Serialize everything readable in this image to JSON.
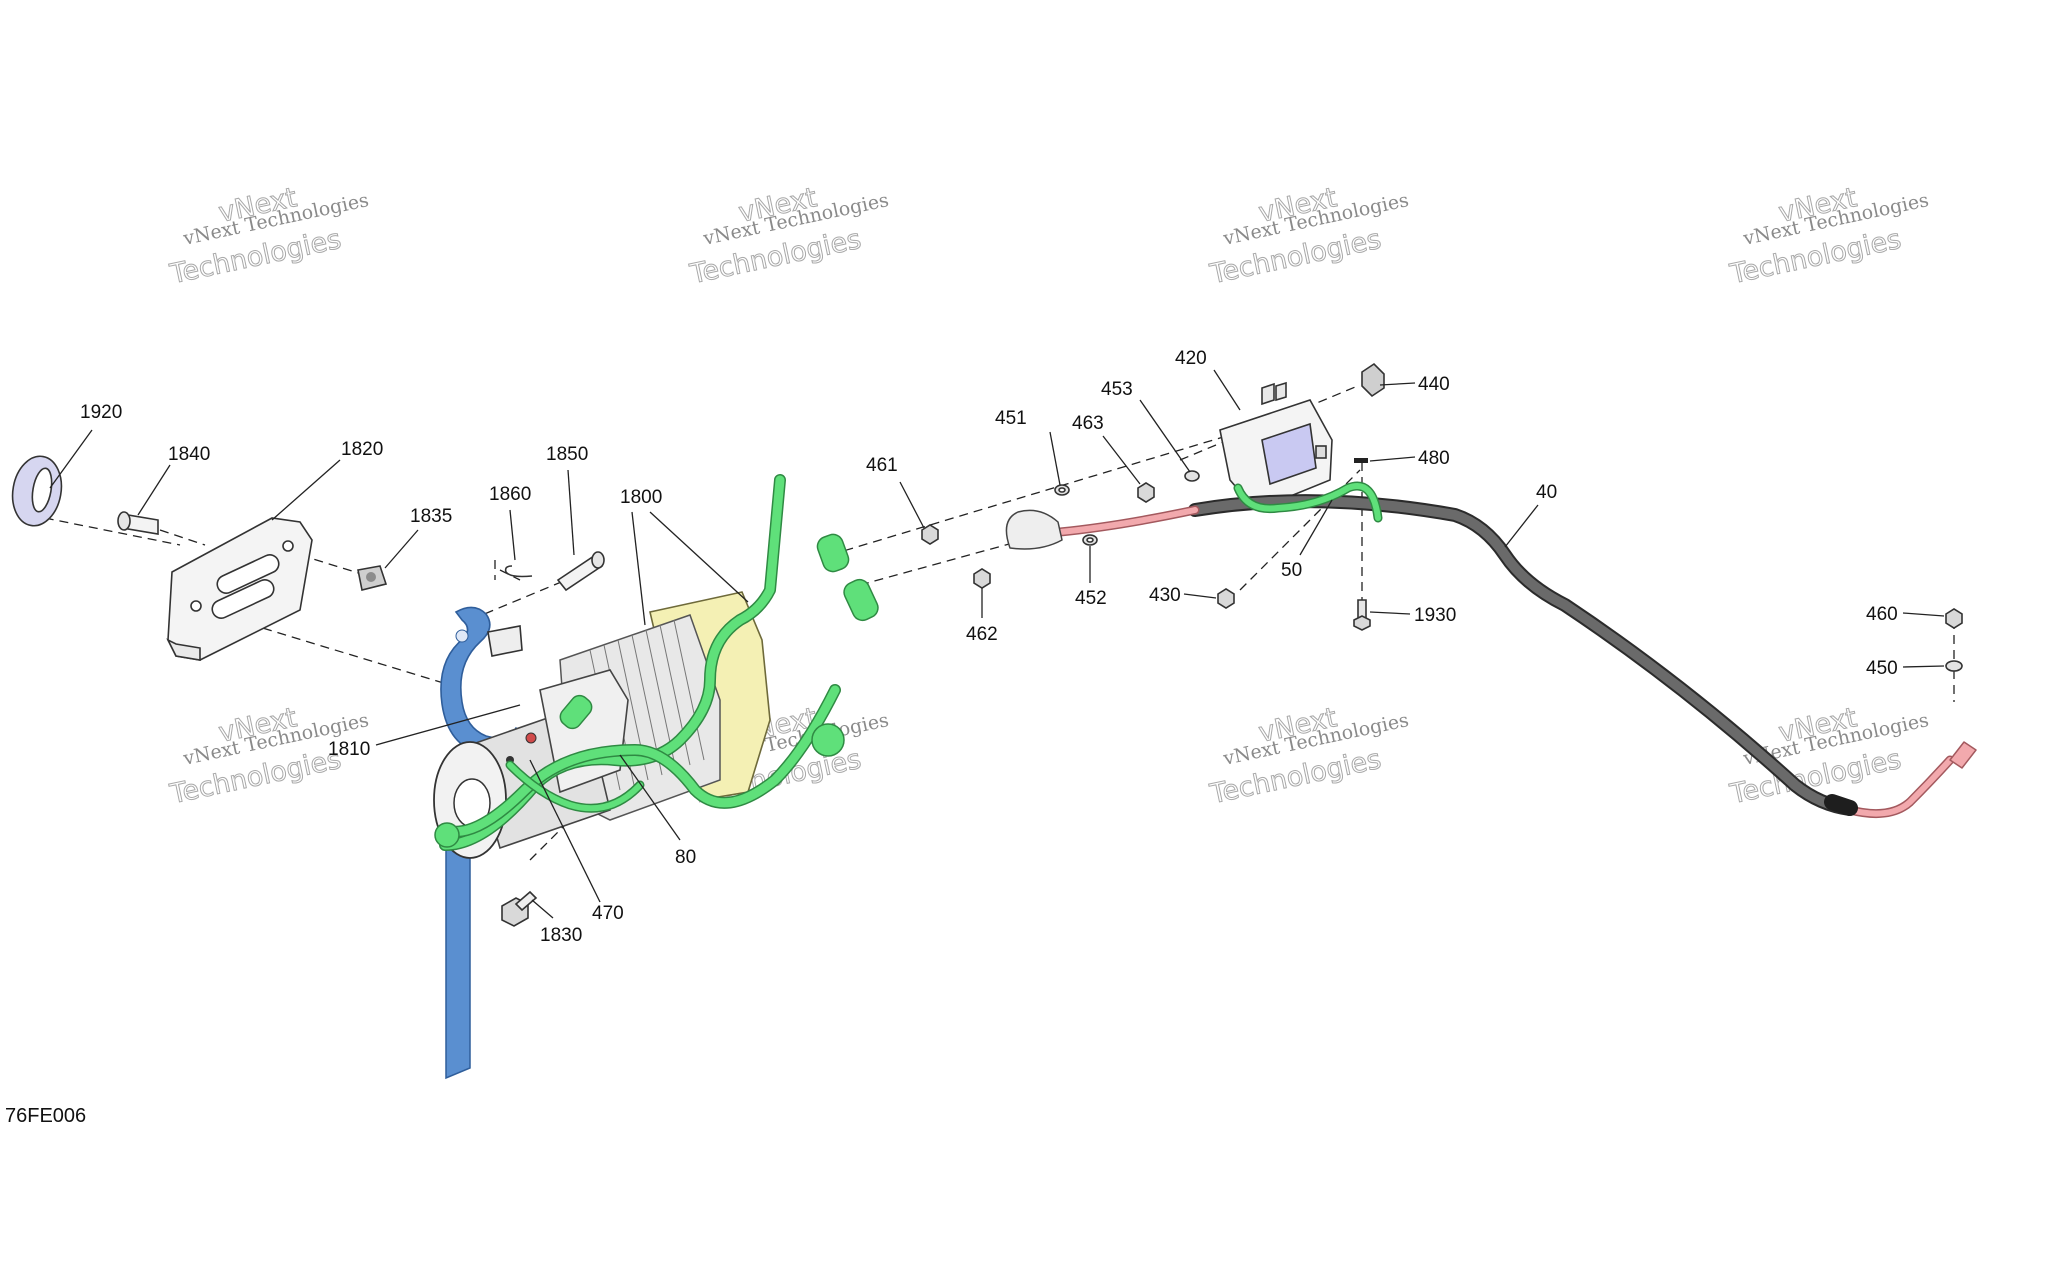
{
  "drawing_code": "76FE006",
  "watermark": {
    "line1": "vNext Technologies",
    "line2a": "vNext",
    "line2b": "Technologies"
  },
  "callouts": {
    "c1920": "1920",
    "c1840": "1840",
    "c1820": "1820",
    "c1835": "1835",
    "c1860": "1860",
    "c1850": "1850",
    "c1800": "1800",
    "c1810": "1810",
    "c1830": "1830",
    "c470": "470",
    "c80": "80",
    "c461": "461",
    "c462": "462",
    "c451": "451",
    "c452": "452",
    "c463": "463",
    "c453": "453",
    "c420": "420",
    "c430": "430",
    "c440": "440",
    "c480": "480",
    "c50": "50",
    "c1930": "1930",
    "c40": "40",
    "c460": "460",
    "c450": "450"
  },
  "colors": {
    "harness_green": "#5fe07a",
    "cable_gray": "#5a5a5a",
    "cable_pink": "#f2a9ad",
    "fairlead_blue": "#5a8fd0",
    "drum_yellow": "#f4f0b4",
    "solenoid_lavender": "#c9c9f2"
  }
}
